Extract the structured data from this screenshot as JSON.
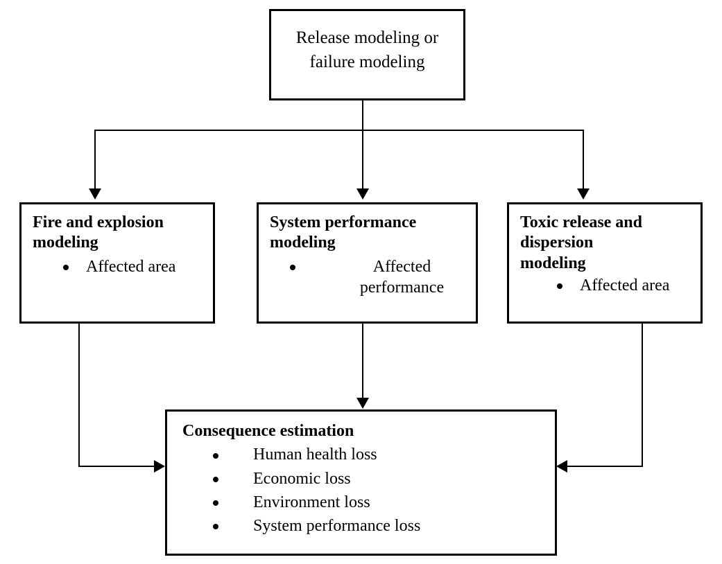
{
  "diagram": {
    "title": "Consequence modeling flowchart",
    "background_color": "#ffffff",
    "line_color": "#000000",
    "nodes": {
      "top": {
        "title": "Release modeling or\nfailure modeling",
        "bullets": []
      },
      "left": {
        "title": "Fire and explosion\nmodeling",
        "bullets": [
          "Affected area"
        ]
      },
      "middle": {
        "title": "System performance\nmodeling",
        "bullets": [
          "Affected\nperformance"
        ]
      },
      "right": {
        "title": "Toxic release and\ndispersion\nmodeling",
        "bullets": [
          "Affected area"
        ]
      },
      "bottom": {
        "title": "Consequence estimation",
        "bullets": [
          "Human health loss",
          "Economic loss",
          "Environment loss",
          "System performance loss"
        ]
      }
    },
    "edges": [
      {
        "from": "top",
        "to": "left",
        "style": "elbow-down"
      },
      {
        "from": "top",
        "to": "middle",
        "style": "straight-down"
      },
      {
        "from": "top",
        "to": "right",
        "style": "elbow-down"
      },
      {
        "from": "left",
        "to": "bottom",
        "style": "elbow-right"
      },
      {
        "from": "middle",
        "to": "bottom",
        "style": "straight-down"
      },
      {
        "from": "right",
        "to": "bottom",
        "style": "elbow-left"
      }
    ]
  }
}
